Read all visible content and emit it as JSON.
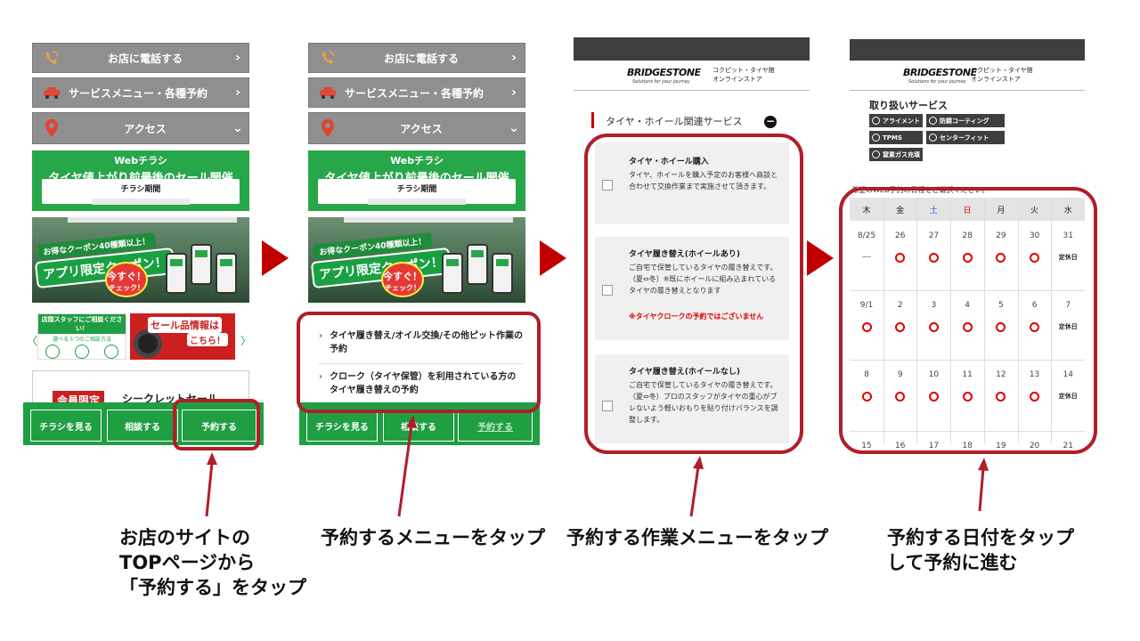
{
  "screen1": {
    "menu": [
      {
        "label": "お店に電話する",
        "icon": "phone-icon",
        "chevron": "›"
      },
      {
        "label": "サービスメニュー・各種予約",
        "icon": "car-icon",
        "chevron": "›"
      },
      {
        "label": "アクセス",
        "icon": "map-pin-icon",
        "chevron": "⌄"
      }
    ],
    "flyer": {
      "line1": "Webチラシ",
      "line2": "タイヤ値上がり前最後のセール開催",
      "period": "チラシ期間"
    },
    "coupon": {
      "small": "お得なクーポン40種類以上！",
      "main": "アプリ限定クーポン！",
      "badge": "今すぐ！",
      "badge_sub": "チェック！"
    },
    "consult": {
      "head": "店頭スタッフにご相談ください！",
      "sub": "選べる３つのご相談方法",
      "prev": "〈",
      "next": "〉"
    },
    "sale": {
      "line1": "セール品情報は",
      "line2": "こちら！"
    },
    "secret": {
      "tag": "会員限定",
      "text": "シークレットセール"
    },
    "nav": {
      "flyer": "チラシを見る",
      "consult": "相談する",
      "reserve": "予約する"
    }
  },
  "screen2": {
    "dropdown": [
      "タイヤ履き替え/オイル交換/その他ピット作業の予約",
      "クローク（タイヤ保管）を利用されている方のタイヤ履き替えの予約"
    ]
  },
  "screen3": {
    "brand": "BRIDGESTONE",
    "tagline": "Solutions for your journey",
    "store_line1": "コクピット・タイヤ館",
    "store_line2": "オンラインストア",
    "section": "タイヤ・ホイール関連サービス",
    "cards": [
      {
        "title": "タイヤ・ホイール購入",
        "desc": "タイヤ、ホイールを購入予定のお客様へ商談と合わせて交換作業まで実施させて頂きます。",
        "note": ""
      },
      {
        "title": "タイヤ履き替え(ホイールあり)",
        "desc": "ご自宅で保管しているタイヤの履き替えです。（夏⇔冬）※既にホイールに組み込まれているタイヤの履き替えとなります",
        "note": "※タイヤクロークの予約ではございません"
      },
      {
        "title": "タイヤ履き替え(ホイールなし)",
        "desc": "ご自宅で保管しているタイヤの履き替えです。（夏⇔冬）プロのスタッフがタイヤの重心がブレないよう軽いおもりを貼り付けバランスを調整します。",
        "note": ""
      }
    ]
  },
  "screen4": {
    "title": "取り扱いサービス",
    "chips": [
      {
        "label": "アライメント",
        "style": "dark"
      },
      {
        "label": "防錆コーティング",
        "style": "dark"
      },
      {
        "label": "TPMS",
        "style": "dark"
      },
      {
        "label": "センターフィット",
        "style": "dark"
      },
      {
        "label": "窒素ガス充填",
        "style": "dark"
      }
    ],
    "note": "希望のWEB予約の日程をご選択ください。",
    "weekdays": [
      {
        "label": "木",
        "color": "#222222"
      },
      {
        "label": "金",
        "color": "#222222"
      },
      {
        "label": "土",
        "color": "#1e6fd9"
      },
      {
        "label": "日",
        "color": "#e00000"
      },
      {
        "label": "月",
        "color": "#222222"
      },
      {
        "label": "火",
        "color": "#222222"
      },
      {
        "label": "水",
        "color": "#222222"
      }
    ],
    "weeks": [
      {
        "days": [
          "8/25",
          "26",
          "27",
          "28",
          "29",
          "30",
          "31"
        ],
        "marks": [
          "dash",
          "o",
          "o",
          "o",
          "o",
          "o",
          "closed"
        ]
      },
      {
        "days": [
          "9/1",
          "2",
          "3",
          "4",
          "5",
          "6",
          "7"
        ],
        "marks": [
          "o",
          "o",
          "o",
          "o",
          "o",
          "o",
          "closed"
        ]
      },
      {
        "days": [
          "8",
          "9",
          "10",
          "11",
          "12",
          "13",
          "14"
        ],
        "marks": [
          "o",
          "o",
          "o",
          "o",
          "o",
          "o",
          "closed"
        ]
      },
      {
        "days": [
          "15",
          "16",
          "17",
          "18",
          "19",
          "20",
          "21"
        ],
        "marks": [
          "",
          "",
          "",
          "",
          "",
          "",
          ""
        ]
      }
    ],
    "closed_label": "定休日"
  },
  "captions": {
    "c1": [
      "お店のサイトの",
      "TOPページから",
      "「予約する」をタップ"
    ],
    "c2": [
      "予約するメニューをタップ"
    ],
    "c3": [
      "予約する作業メニューをタップ"
    ],
    "c4": [
      "予約する日付をタップ",
      "して予約に進む"
    ]
  },
  "colors": {
    "highlight": "#b01e2a",
    "green": "#1f9e42",
    "arrow": "#c00000"
  }
}
